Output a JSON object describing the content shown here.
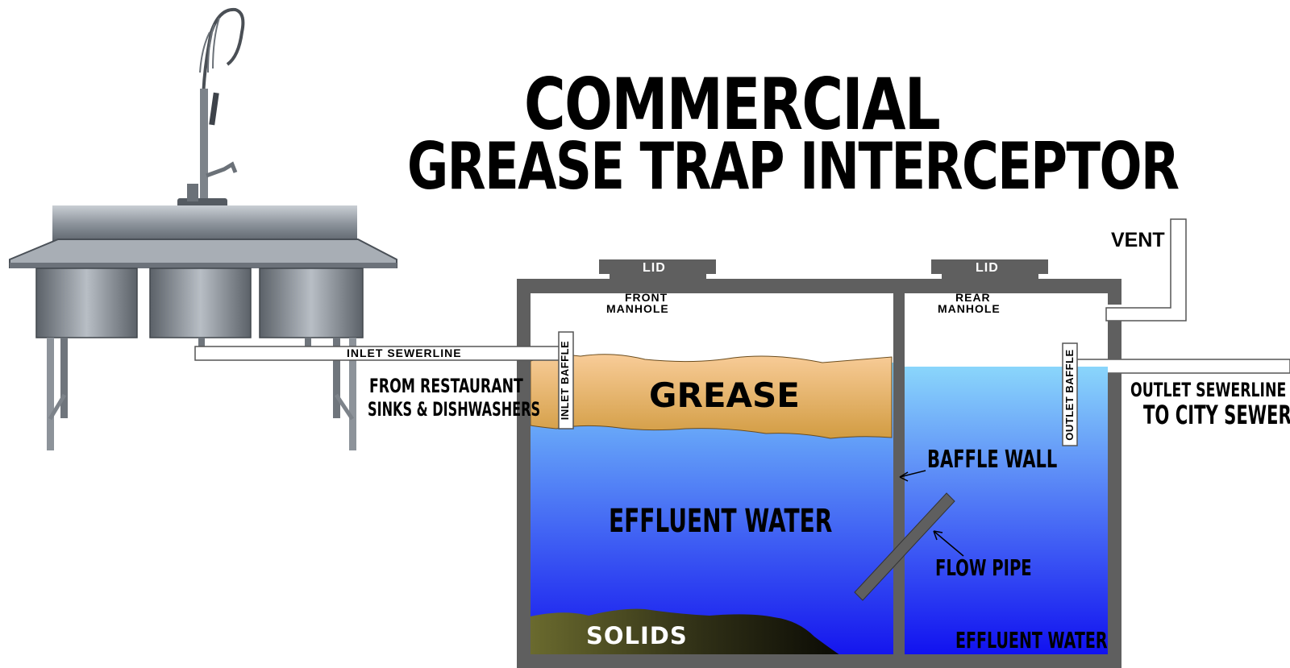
{
  "title": {
    "line1": "COMMERCIAL",
    "line2": "GREASE TRAP INTERCEPTOR"
  },
  "labels": {
    "vent": "VENT",
    "lid_front": "LID",
    "lid_rear": "LID",
    "front_manhole_1": "FRONT",
    "front_manhole_2": "MANHOLE",
    "rear_manhole_1": "REAR",
    "rear_manhole_2": "MANHOLE",
    "inlet_sewerline": "INLET SEWERLINE",
    "from_restaurant_1": "FROM RESTAURANT",
    "from_restaurant_2": "SINKS & DISHWASHERS",
    "inlet_baffle": "INLET BAFFLE",
    "outlet_baffle": "OUTLET BAFFLE",
    "grease": "GREASE",
    "outlet_sewerline_1": "OUTLET SEWERLINE",
    "outlet_sewerline_2": "TO CITY SEWER",
    "baffle_wall": "BAFFLE WALL",
    "effluent_water_left": "EFFLUENT WATER",
    "flow_pipe": "FLOW PIPE",
    "solids": "SOLIDS",
    "effluent_water_right": "EFFLUENT WATER"
  },
  "colors": {
    "tank_wall": "#5f5f5f",
    "grease_top": "#f6c690",
    "grease_bottom": "#d3a04a",
    "water_top": "#7fd0fb",
    "water_bottom": "#1414ee",
    "solids": "#5a5a2a",
    "steel": "#9aa0a8"
  }
}
